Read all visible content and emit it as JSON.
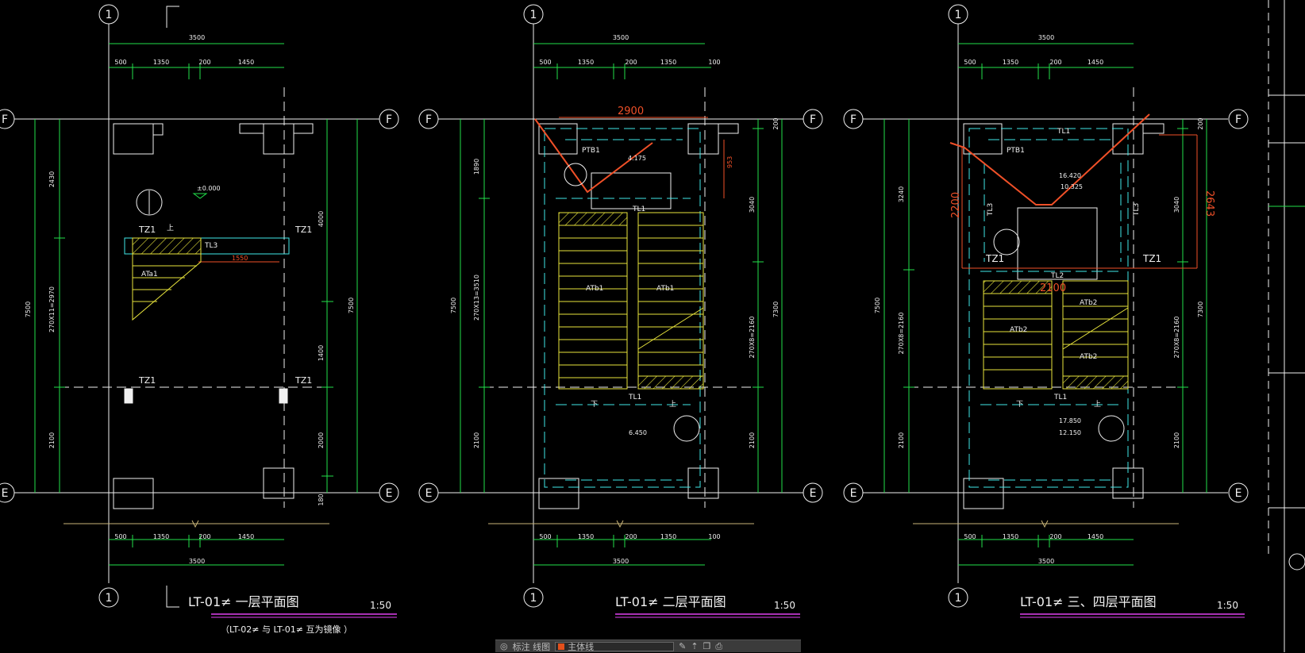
{
  "axes": {
    "one": "1",
    "f": "F",
    "e": "E"
  },
  "plans": [
    {
      "title": "LT-01≠  一层平面图",
      "scale": "1:50",
      "note": "（LT-02≠ 与 LT-01≠ 互为镜像        ）",
      "dims_top": {
        "total": "3500",
        "parts": [
          "500",
          "1350",
          "200",
          "1450"
        ]
      },
      "dims_bottom": {
        "total": "3500",
        "parts": [
          "500",
          "1350",
          "200",
          "1450"
        ]
      },
      "dims_left": [
        "2430",
        "270X11=2970",
        "7500",
        "2100"
      ],
      "dims_right": [
        "4000",
        "7500",
        "1400",
        "2000",
        "180"
      ],
      "labels": {
        "tz1_a": "TZ1",
        "tz1_b": "TZ1",
        "tz1_c": "TZ1",
        "tz1_d": "TZ1",
        "tl3": "TL3",
        "ata1": "ATa1",
        "up": "上",
        "span": "1550",
        "elev": "±0.000"
      }
    },
    {
      "title": "LT-01≠  二层平面图",
      "scale": "1:50",
      "dims_top": {
        "total": "3500",
        "parts": [
          "500",
          "1350",
          "200",
          "1350",
          "100"
        ]
      },
      "dims_bottom": {
        "total": "3500",
        "parts": [
          "500",
          "1350",
          "200",
          "1350",
          "100"
        ]
      },
      "dims_left": [
        "1890",
        "270X13=3510",
        "7500",
        "2100"
      ],
      "dims_right": [
        "200",
        "3040",
        "7300",
        "270X8=2160",
        "2100"
      ],
      "labels": {
        "ptb1": "PTB1",
        "elev_a": "4.175",
        "elev_b": "6.450",
        "tl1_a": "TL1",
        "tl1_b": "TL1",
        "atb1_a": "ATb1",
        "atb1_b": "ATb1",
        "down": "下",
        "up": "上",
        "red_dim": "2900",
        "red_dim_side": "953"
      }
    },
    {
      "title": "LT-01≠  三、四层平面图",
      "scale": "1:50",
      "dims_top": {
        "total": "3500",
        "parts": [
          "500",
          "1350",
          "200",
          "1450"
        ]
      },
      "dims_bottom": {
        "total": "3500",
        "parts": [
          "500",
          "1350",
          "200",
          "1450"
        ]
      },
      "dims_left": [
        "3240",
        "270X8=2160",
        "7500",
        "2100"
      ],
      "dims_right": [
        "200",
        "3040",
        "7300",
        "270X8=2160",
        "2100"
      ],
      "labels": {
        "ptb1": "PTB1",
        "tl1_a": "TL1",
        "tl1_b": "TL1",
        "tl2": "TL2",
        "tl3_l": "TL3",
        "tl3_r": "TL3",
        "tz1_l": "TZ1",
        "tz1_r": "TZ1",
        "atb2_a": "ATb2",
        "atb2_b": "ATb2",
        "atb2_c": "ATb2",
        "elev_a": "16.420",
        "elev_b": "10.325",
        "elev_c": "17.850",
        "elev_d": "12.150",
        "down": "下",
        "up": "上",
        "red_a": "2200",
        "red_b": "2100",
        "red_c": "2643"
      }
    }
  ],
  "colors": {
    "green": "#22e04a",
    "cyan": "#3fe8e8",
    "white": "#f0f0f0",
    "yellow": "#e8e43c",
    "red": "#f05028",
    "magenta": "#e040f0",
    "tan": "#c8b478"
  },
  "toolbar": {
    "layer_label": "标注 线图",
    "layer_name": "主体线"
  }
}
